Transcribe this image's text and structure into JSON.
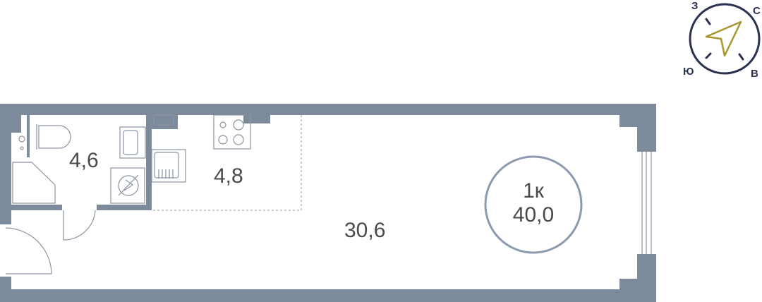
{
  "plan": {
    "rooms": [
      {
        "name": "bathroom",
        "area": "4,6"
      },
      {
        "name": "kitchen",
        "area": "4,8"
      },
      {
        "name": "living",
        "area": "30,6"
      }
    ],
    "summary": {
      "type": "1к",
      "total_area": "40,0"
    }
  },
  "compass": {
    "north": "С",
    "west": "З",
    "south": "Ю",
    "east": "В"
  },
  "colors": {
    "wall": "#7d8a9c",
    "compass": "#2b3150",
    "arrow": "#a8962e",
    "badge": "#8c9ab0"
  }
}
